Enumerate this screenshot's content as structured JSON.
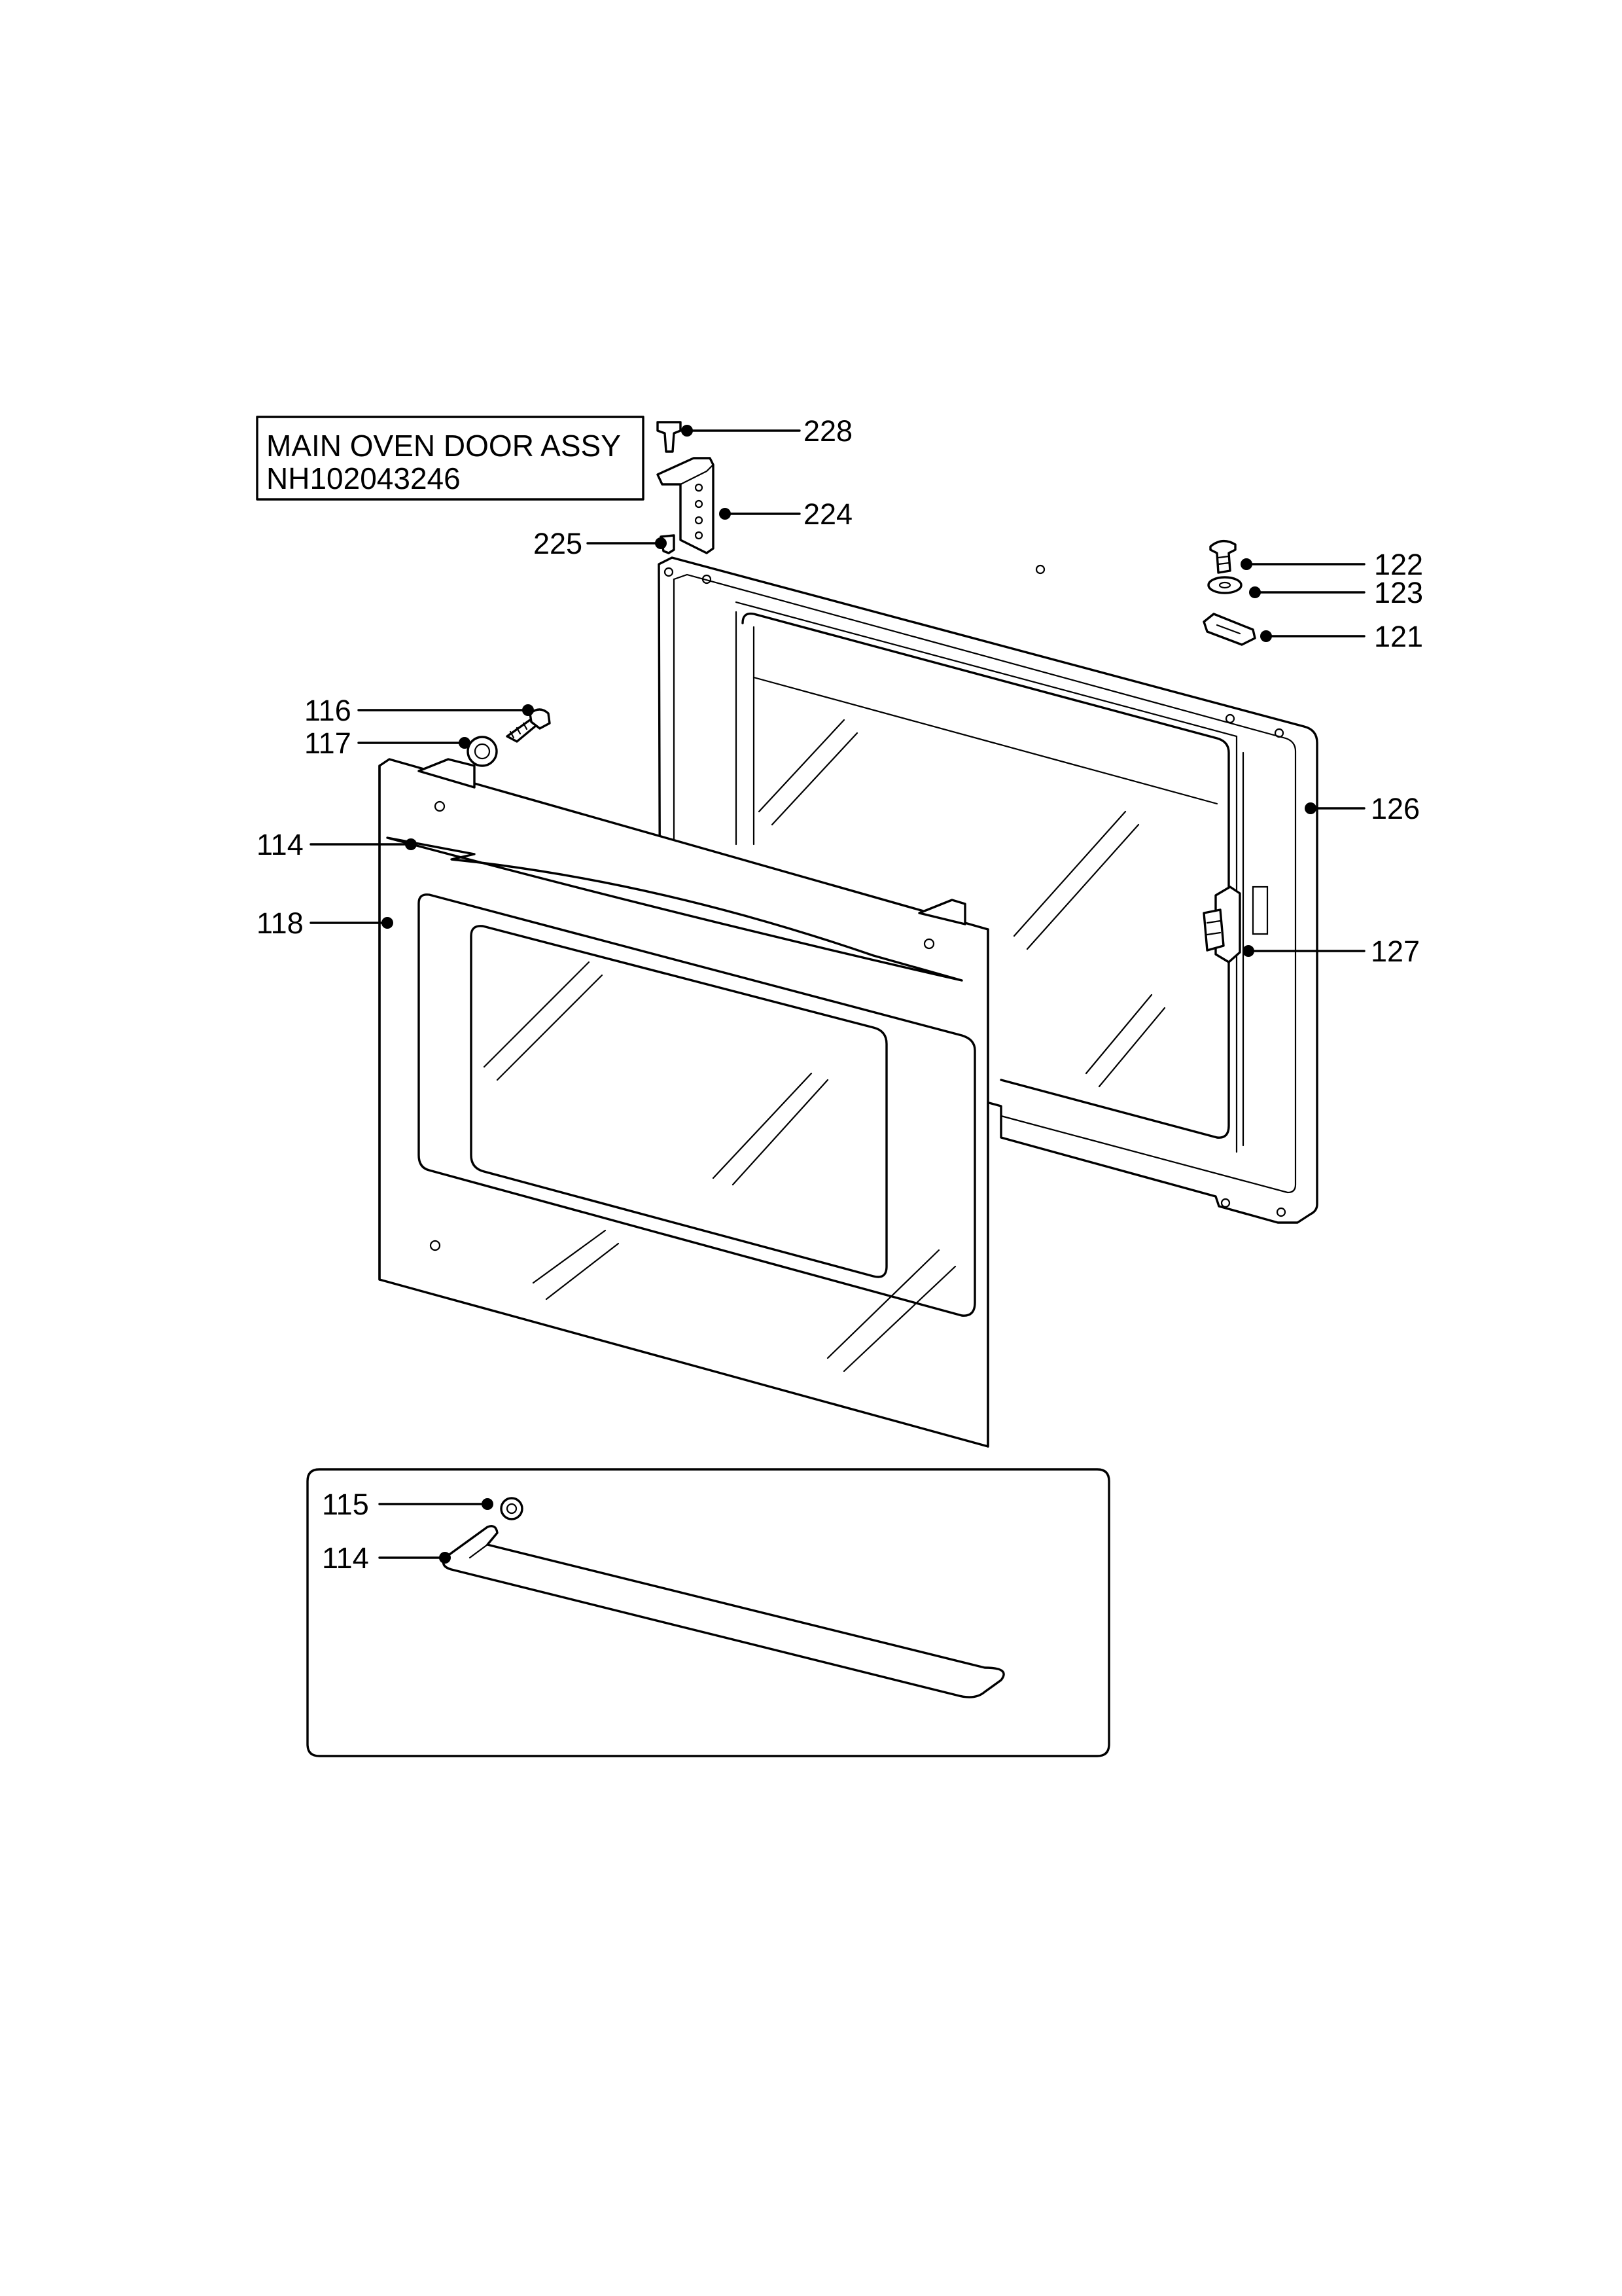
{
  "title_box": {
    "line1": "MAIN OVEN  DOOR ASSY",
    "line2": "NH102043246"
  },
  "callouts": [
    {
      "id": "228",
      "label": "228"
    },
    {
      "id": "224",
      "label": "224"
    },
    {
      "id": "225",
      "label": "225"
    },
    {
      "id": "122",
      "label": "122"
    },
    {
      "id": "123",
      "label": "123"
    },
    {
      "id": "121",
      "label": "121"
    },
    {
      "id": "116",
      "label": "116"
    },
    {
      "id": "117",
      "label": "117"
    },
    {
      "id": "126",
      "label": "126"
    },
    {
      "id": "114a",
      "label": "114"
    },
    {
      "id": "118",
      "label": "118"
    },
    {
      "id": "127",
      "label": "127"
    },
    {
      "id": "115",
      "label": "115"
    },
    {
      "id": "114b",
      "label": "114"
    }
  ]
}
